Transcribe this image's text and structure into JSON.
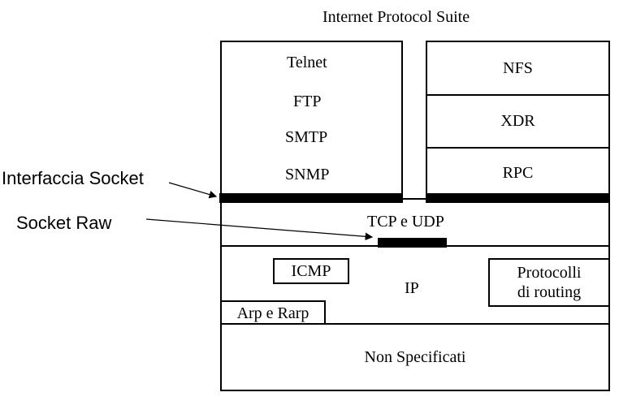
{
  "title": "Internet Protocol Suite",
  "app_stack": [
    "Telnet",
    "FTP",
    "SMTP",
    "SNMP"
  ],
  "rpc_stack": [
    "NFS",
    "XDR",
    "RPC"
  ],
  "transport": "TCP e UDP",
  "network": {
    "ip": "IP",
    "icmp": "ICMP",
    "routing": "Protocolli\ndi routing",
    "arp": "Arp e Rarp"
  },
  "physical": "Non Specificati",
  "callouts": {
    "socket_interface": "Interfaccia Socket",
    "socket_raw": "Socket Raw"
  }
}
